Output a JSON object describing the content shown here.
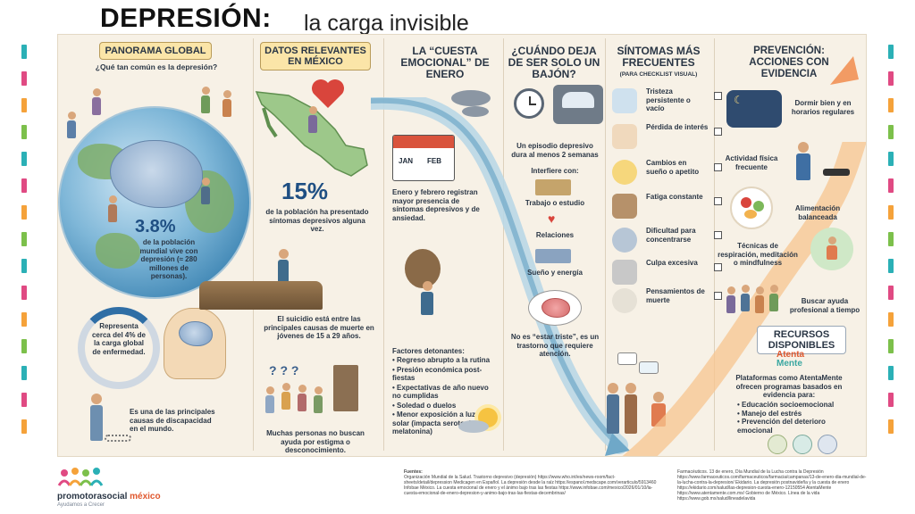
{
  "title": {
    "main": "DEPRESIÓN:",
    "sub": "la carga invisible"
  },
  "colors": {
    "accent_blue": "#1f4f83",
    "ribbon": "#f29b64",
    "header_pill": "#fbe5a8",
    "background": "#f7f1e6"
  },
  "col1": {
    "header": "PANORAMA GLOBAL",
    "question": "¿Qué tan común es la depresión?",
    "stat_pct": "3.8%",
    "stat_text": "de la población mundial vive con depresión (≈ 280 millones de personas).",
    "ring_text": "Representa cerca del 4% de la carga global de enfermedad.",
    "disability_text": "Es una de las principales causas de discapacidad en el mundo."
  },
  "col2": {
    "header": "DATOS RELEVANTES EN MÉXICO",
    "stat_pct": "15%",
    "stat_text": "de la población ha presentado síntomas depresivos alguna vez.",
    "suicide_text": "El suicidio está entre las principales causas de muerte en jóvenes de 15 a 29 años.",
    "stigma_text": "Muchas personas no buscan ayuda por estigma o desconocimiento."
  },
  "col3": {
    "header": "LA “CUESTA EMOCIONAL” DE ENERO",
    "cal_left": "JAN",
    "cal_right": "FEB",
    "intro": "Enero y febrero registran mayor presencia de síntomas depresivos y de ansiedad.",
    "triggers_title": "Factores detonantes:",
    "triggers": [
      "Regreso abrupto a la rutina",
      "Presión económica post-fiestas",
      "Expectativas de año nuevo no cumplidas",
      "Soledad o duelos",
      "Menor exposición a luz solar (impacta serotonina y melatonina)"
    ]
  },
  "col4": {
    "header": "¿CUÁNDO DEJA DE SER SOLO UN BAJÓN?",
    "episode": "Un episodio depresivo dura al menos 2 semanas",
    "interferes": "Interfiere con:",
    "items": [
      "Trabajo o estudio",
      "Relaciones",
      "Sueño y energía"
    ],
    "not_sad": "No es “estar triste”, es un trastorno que requiere atención."
  },
  "col5": {
    "header": "SÍNTOMAS MÁS FRECUENTES",
    "subheader": "(PARA CHECKLIST VISUAL)",
    "symptoms": [
      "Tristeza persistente o vacío",
      "Pérdida de interés",
      "Cambios en sueño o apetito",
      "Fatiga constante",
      "Dificultad para concentrarse",
      "Culpa excesiva",
      "Pensamientos de muerte"
    ],
    "icon_names": [
      "tear-drops-icon",
      "empty-jar-icon",
      "moon-sleep-icon",
      "battery-low-icon",
      "foggy-brain-icon",
      "chain-lock-icon",
      "skull-icon"
    ]
  },
  "col6": {
    "header": "PREVENCIÓN: ACCIONES CON EVIDENCIA",
    "actions": [
      "Dormir bien y en horarios regulares",
      "Actividad física frecuente",
      "Alimentación balanceada",
      "Técnicas de respiración, meditación o mindfulness",
      "Buscar ayuda profesional a tiempo"
    ],
    "resources_header": "RECURSOS DISPONIBLES",
    "atenta_logo_1": "Atenta",
    "atenta_logo_2": "Mente",
    "resources_intro": "Plataformas como AtentaMente ofrecen programas basados en evidencia para:",
    "resources": [
      "Educación socioemocional",
      "Manejo del estrés",
      "Prevención del deterioro emocional"
    ]
  },
  "footer": {
    "org_name_a": "promotora",
    "org_name_b": "social",
    "org_name_c": "méxico",
    "tagline": "Ayudamos a Crecer",
    "sources_title": "Fuentes:",
    "sources_left": "Organización Mundial de la Salud. Trastorno depresivo (depresión) https://www.who.int/es/news-room/fact-sheets/detail/depression Medicagen en Español. La depresión desde la raíz https://espanol.medscape.com/verarticulo/5913460 Infobae México. La cuesta emocional de enero y el ánimo bajo tras las fiestas https://www.infobae.com/mexico/2026/01/10/la-cuesta-emocional-de-enero-depresion-y-animo-bajo-tras-las-fiestas-decembrinas/",
    "sources_right": "Farmacéuticos. 13 de enero, Día Mundial de la Lucha contra la Depresión https://www.farmaceuticos.com/farmaceuticos/farmacia/campanas/13-de-enero-dia-mundial-de-la-lucha-contra-la-depresion/ Ekidario. La depresión postnavideña y la cuesta de enero https://ekidario.com/salud/las-depresion-cuesta-enero-12150554 AtentaMente https://www.atentamente.com.mx/ Gobierno de México. Línea de la vida https://www.gob.mx/salud/lineadelavida"
  }
}
